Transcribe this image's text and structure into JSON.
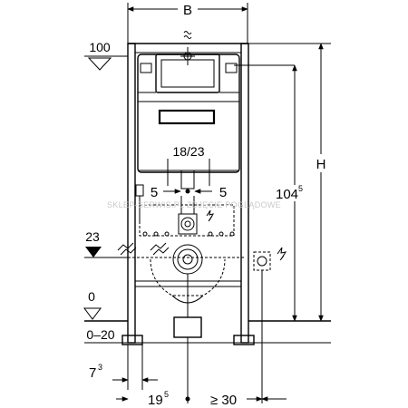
{
  "labels": {
    "width_B": "B",
    "height_H": "H",
    "level_100": "100",
    "level_23": "23",
    "level_0": "0",
    "floor_range": "0–20",
    "spacing_18_23": "18/23",
    "offset_left_5": "5",
    "offset_right_5": "5",
    "height_104": "104",
    "height_104_sup": "5",
    "foot_7": "7",
    "foot_7_sup": "3",
    "axis_19": "19",
    "axis_19_sup": "5",
    "min_30": "≥ 30"
  },
  "watermark": "SKLEP-SERWIS.PL ZDJĘCIE POGLĄDOWE",
  "icons": [
    "flush-water-icon",
    "electric-supply-icon",
    "water-inlet-icon",
    "level-marker-icon",
    "dimension-arrow-icon"
  ]
}
